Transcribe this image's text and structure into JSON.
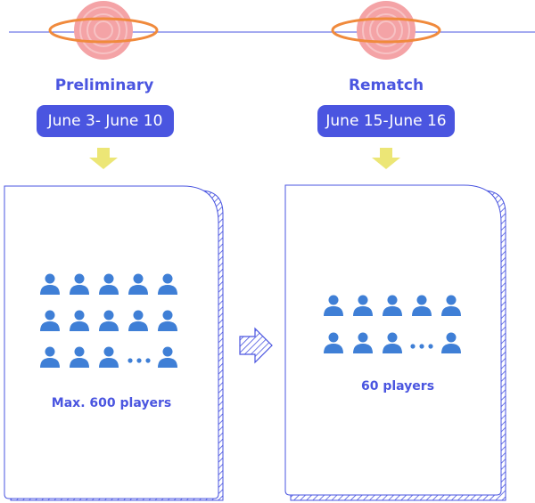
{
  "stages": [
    {
      "title": "Preliminary",
      "dates": "June 3- June 10",
      "player_count": "Max. 600 players"
    },
    {
      "title": "Rematch",
      "dates": "June 15-June 16",
      "player_count": "60 players"
    }
  ],
  "colors": {
    "accent": "#4a55e0",
    "player_icon": "#3f7fd6",
    "arrow_yellow": "#ece676",
    "planet_pink": "#f4a3a6",
    "planet_ring": "#f08a3c"
  },
  "icons": {
    "player": "person-icon",
    "planet": "planet-icon",
    "down_arrow": "arrow-down-icon",
    "right_arrow": "hatched-arrow-right-icon"
  }
}
